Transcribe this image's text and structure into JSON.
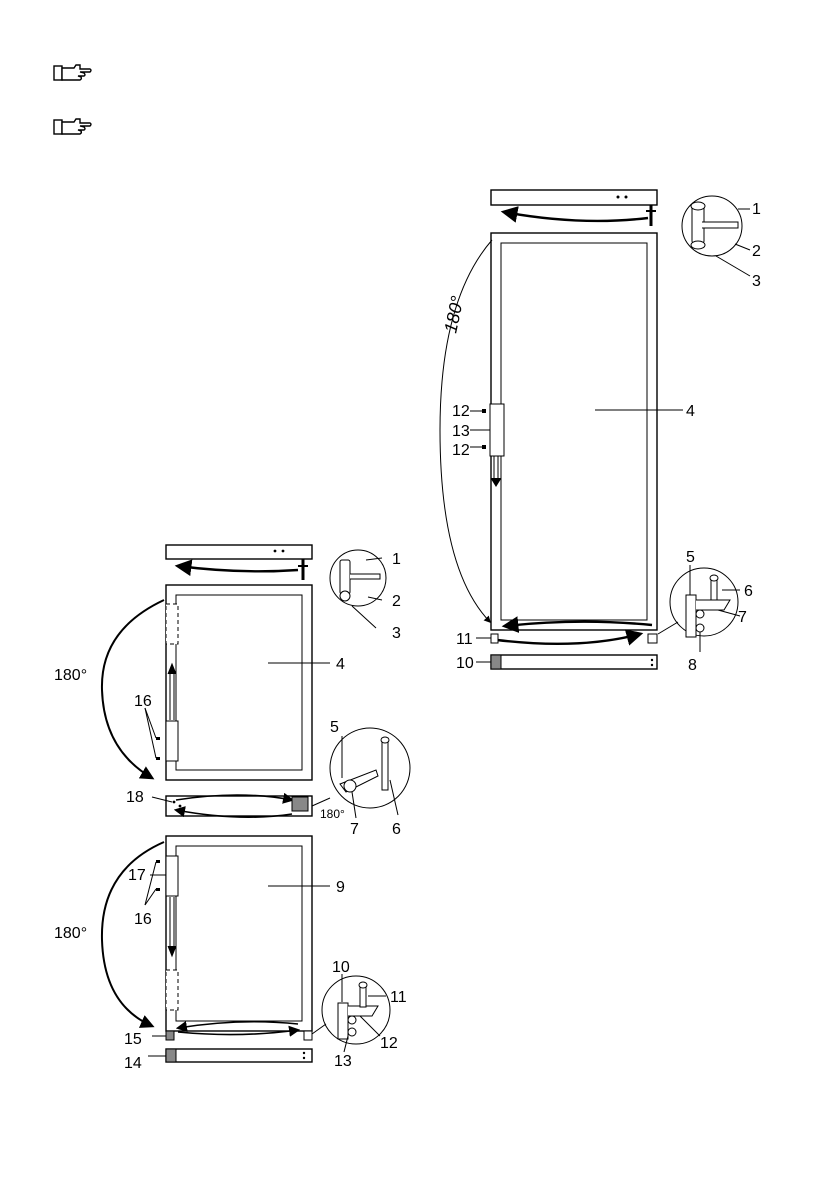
{
  "icons": {
    "note": "pointing-hand-icon"
  },
  "right_diagram": {
    "angle": "180°",
    "labels": [
      "1",
      "2",
      "3",
      "4",
      "5",
      "6",
      "7",
      "8",
      "10",
      "11",
      "12",
      "13",
      "12"
    ]
  },
  "left_top_diagram": {
    "angle": "180°",
    "hinge_angle": "180°",
    "labels": [
      "1",
      "2",
      "3",
      "4",
      "5",
      "6",
      "7",
      "16",
      "18"
    ]
  },
  "left_bottom_diagram": {
    "angle": "180°",
    "labels": [
      "9",
      "10",
      "11",
      "12",
      "13",
      "14",
      "15",
      "16",
      "17"
    ]
  }
}
